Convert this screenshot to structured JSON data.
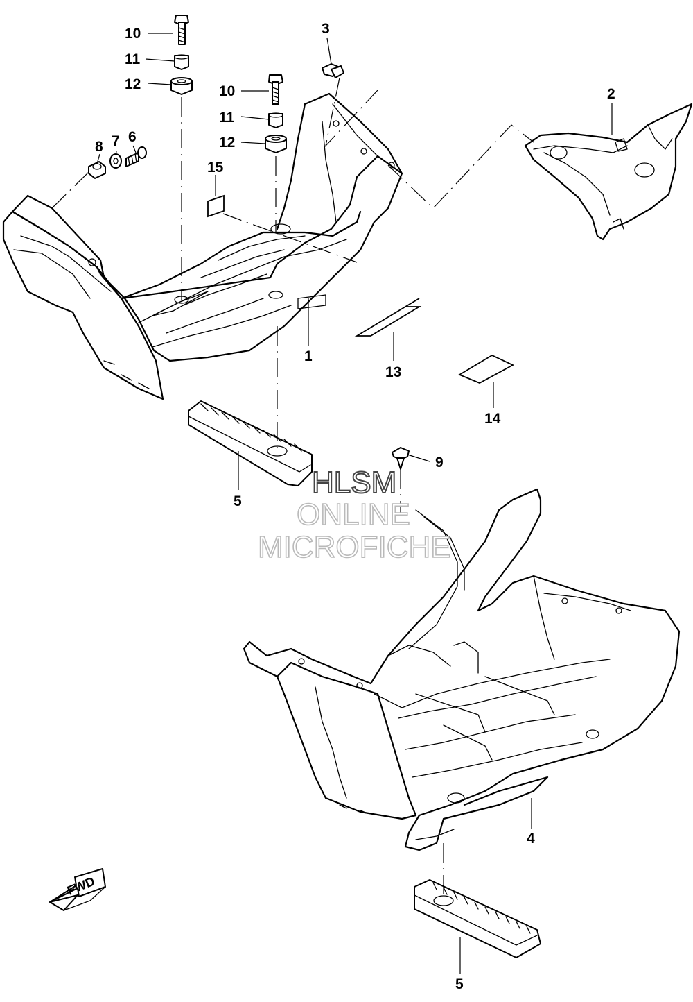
{
  "callouts": [
    {
      "id": "c10a",
      "text": "10"
    },
    {
      "id": "c11a",
      "text": "11"
    },
    {
      "id": "c12a",
      "text": "12"
    },
    {
      "id": "c10b",
      "text": "10"
    },
    {
      "id": "c11b",
      "text": "11"
    },
    {
      "id": "c12b",
      "text": "12"
    },
    {
      "id": "c3",
      "text": "3"
    },
    {
      "id": "c2",
      "text": "2"
    },
    {
      "id": "c8",
      "text": "8"
    },
    {
      "id": "c7",
      "text": "7"
    },
    {
      "id": "c6",
      "text": "6"
    },
    {
      "id": "c15",
      "text": "15"
    },
    {
      "id": "c1",
      "text": "1"
    },
    {
      "id": "c13",
      "text": "13"
    },
    {
      "id": "c14",
      "text": "14"
    },
    {
      "id": "c5a",
      "text": "5"
    },
    {
      "id": "c9",
      "text": "9"
    },
    {
      "id": "c4",
      "text": "4"
    },
    {
      "id": "c5b",
      "text": "5"
    }
  ],
  "watermark": {
    "line1": "HLSM",
    "line2": "ONLINE",
    "line3": "MICROFICHE"
  },
  "fwd_arrow": {
    "label": "FWD",
    "icon": "fwd-arrow-icon"
  }
}
